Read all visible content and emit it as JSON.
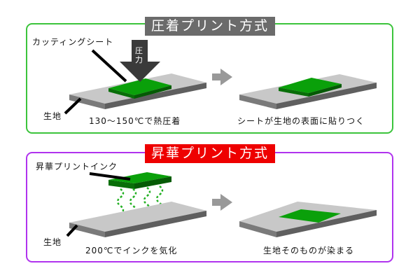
{
  "heat_press": {
    "title": "圧着プリント方式",
    "colors": {
      "border": "#3cc43c",
      "title_bg": "#6b6b6b"
    },
    "labels": {
      "sheet": "カッティングシート",
      "pressure": "圧力",
      "fabric": "生地",
      "step1_caption": "130～150℃で熱圧着",
      "step2_caption": "シートが生地の表面に貼りつく"
    }
  },
  "sublimation": {
    "title": "昇華プリント方式",
    "colors": {
      "border": "#b033ee",
      "title_bg": "#ee0000"
    },
    "labels": {
      "ink": "昇華プリントインク",
      "fabric": "生地",
      "step1_caption": "200℃でインクを気化",
      "step2_caption": "生地そのものが染まる"
    }
  },
  "icons": {
    "arrow": "right-arrow-icon",
    "pressure_arrow": "down-arrow-icon"
  }
}
